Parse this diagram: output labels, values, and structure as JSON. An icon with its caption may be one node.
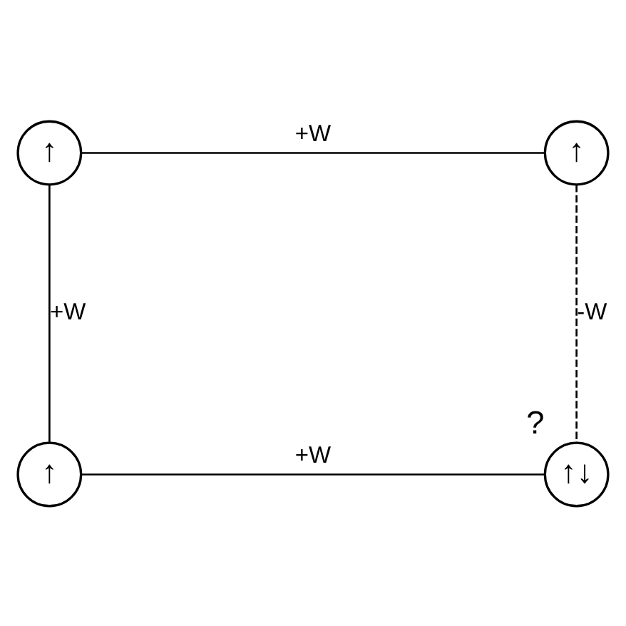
{
  "diagram": {
    "nodes": [
      {
        "text": [
          "↑"
        ]
      },
      {
        "text": [
          "↑"
        ]
      },
      {
        "text": [
          "↑"
        ]
      },
      {
        "text": [
          "↑↓"
        ],
        "beside": [
          "?"
        ]
      }
    ],
    "edges": [
      {
        "from": 0,
        "to": 1,
        "arrow": "none",
        "label": "+W"
      },
      {
        "from": 1,
        "to": 3,
        "arrow": "none",
        "label": "-W",
        "style": "dashed"
      },
      {
        "from": 0,
        "to": 2,
        "arrow": "none",
        "label": "+W"
      },
      {
        "from": 2,
        "to": 3,
        "arrow": "none",
        "label": "+W"
      }
    ]
  }
}
